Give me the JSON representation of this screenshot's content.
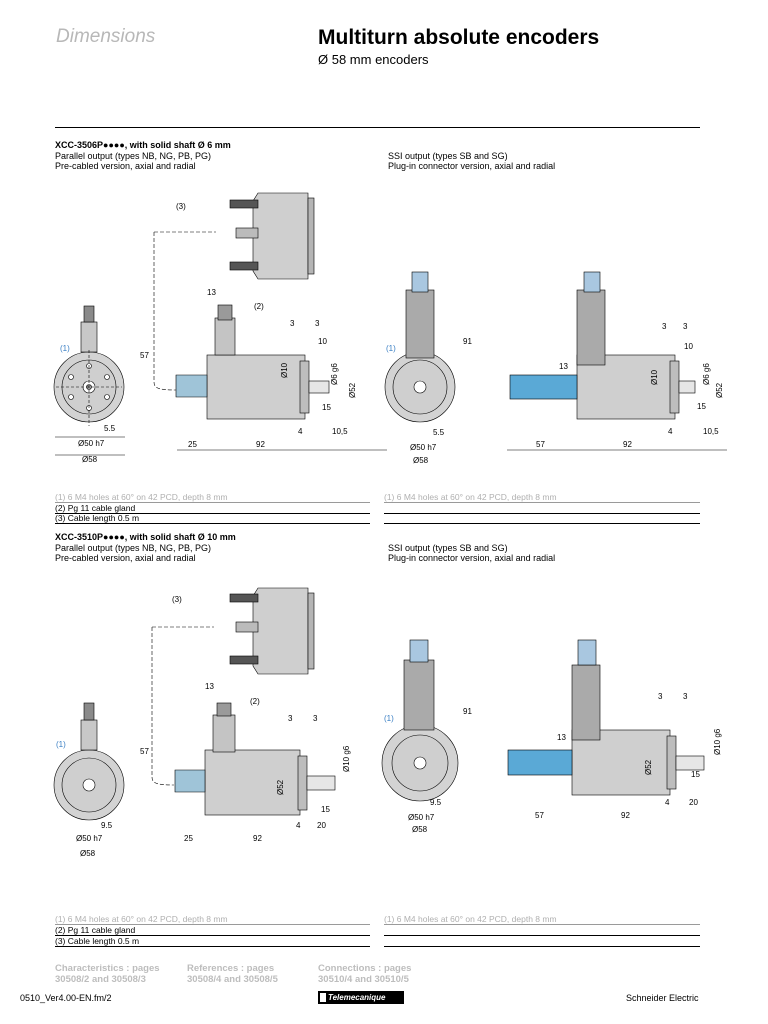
{
  "header": {
    "section_label": "Dimensions",
    "title": "Multiturn absolute encoders",
    "subtitle": "Ø 58 mm encoders"
  },
  "sections": [
    {
      "model": "XCC-3506P●●●●, with solid shaft Ø 6 mm",
      "left_caption_1": "Parallel output (types NB, NG, PB, PG)",
      "left_caption_2": "Pre-cabled version, axial and radial",
      "right_caption_1": "SSI output (types SB and SG)",
      "right_caption_2": "Plug-in connector version, axial and radial",
      "left_notes": [
        "(1)  6 M4 holes at 60° on 42 PCD, depth 8 mm",
        "(2) Pg 11 cable gland",
        "(3) Cable length 0.5 m"
      ],
      "right_notes": [
        "(1)  6 M4 holes at 60° on 42 PCD, depth 8 mm"
      ],
      "dims": {
        "callout_1": "(1)",
        "callout_2": "(2)",
        "callout_3": "(3)",
        "d13": "13",
        "d3a": "3",
        "d3b": "3",
        "d10": "10",
        "d57": "57",
        "d55": "5.5",
        "d50h7": "Ø50 h7",
        "d58": "Ø58",
        "d25": "25",
        "d92": "92",
        "d4": "4",
        "d105": "10,5",
        "d15": "15",
        "dO10": "Ø10",
        "dO6g6": "Ø6 g6",
        "dO52": "Ø52",
        "d91": "91",
        "d57b": "57"
      }
    },
    {
      "model": "XCC-3510P●●●●, with solid shaft Ø 10 mm",
      "left_caption_1": "Parallel output (types NB, NG, PB, PG)",
      "left_caption_2": "Pre-cabled version, axial and radial",
      "right_caption_1": "SSI output (types SB and SG)",
      "right_caption_2": "Plug-in connector version, axial and radial",
      "left_notes": [
        "(1)  6 M4 holes at 60° on 42 PCD, depth 8 mm",
        "(2) Pg 11 cable gland",
        "(3) Cable length 0.5 m"
      ],
      "right_notes": [
        "(1)  6 M4 holes at 60° on 42 PCD, depth 8 mm"
      ],
      "dims": {
        "callout_1": "(1)",
        "callout_2": "(2)",
        "callout_3": "(3)",
        "d13": "13",
        "d3a": "3",
        "d3b": "3",
        "d57": "57",
        "d95": "9.5",
        "d50h7": "Ø50 h7",
        "d58": "Ø58",
        "d25": "25",
        "d92": "92",
        "d4": "4",
        "d20": "20",
        "d15": "15",
        "dO10g6": "Ø10 g6",
        "dO52": "Ø52",
        "d91": "91",
        "d57b": "57"
      }
    }
  ],
  "footer_refs": [
    {
      "heading": "Characteristics : pages",
      "value": "30508/2 and 30508/3"
    },
    {
      "heading": "References : pages",
      "value": "30508/4 and 30508/5"
    },
    {
      "heading": "Connections : pages",
      "value": "30510/4 and 30510/5"
    }
  ],
  "footer": {
    "file": "0510_Ver4.00-EN.fm/2",
    "brand": "Telemecanique",
    "company": "Schneider Electric"
  }
}
